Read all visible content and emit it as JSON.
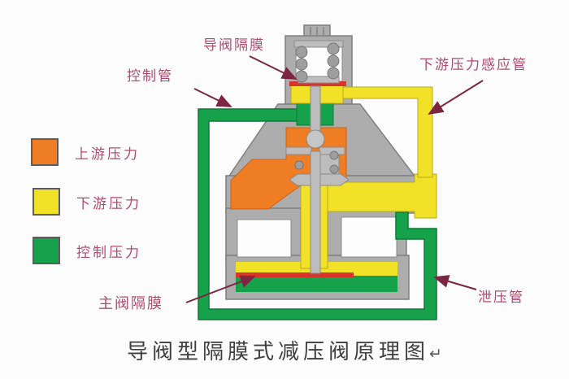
{
  "title": {
    "text": "导阀型隔膜式减压阀原理图",
    "return_mark": "↵"
  },
  "callouts": {
    "pilot_diaphragm": "导阀隔膜",
    "control_pipe": "控制管",
    "downstream_sensing_pipe": "下游压力感应管",
    "main_diaphragm": "主阀隔膜",
    "relief_pipe": "泄压管"
  },
  "legend": {
    "items": [
      {
        "label": "上游压力",
        "meaning": "upstream pressure",
        "color": "#ee7d23"
      },
      {
        "label": "下游压力",
        "meaning": "downstream pressure",
        "color": "#f2e227"
      },
      {
        "label": "控制压力",
        "meaning": "control pressure",
        "color": "#16a24a"
      }
    ]
  },
  "palette": {
    "upstream": "#ee7d23",
    "downstream": "#f2e227",
    "control": "#16a24a",
    "body-gray": "#adadad",
    "body-stroke": "#7f7f7f",
    "diaphragm-red": "#d9342b",
    "label-rose": "#b14b6e",
    "arrow-maroon": "#7b2543",
    "title-color": "#3f3f3f"
  }
}
